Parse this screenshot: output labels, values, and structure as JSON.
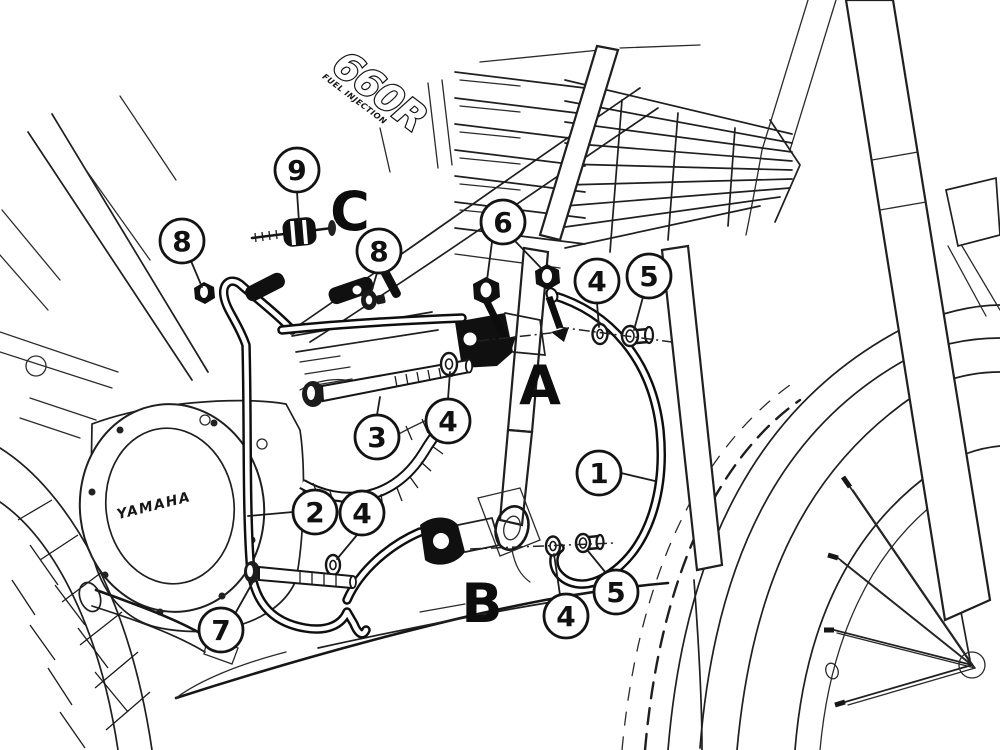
{
  "diagram": {
    "title": "Engine guard installation diagram",
    "vehicle": "Yamaha 660 R",
    "style": "black-and-white technical line art",
    "background_color": "#ffffff",
    "line_color": "#1a1a1a"
  },
  "texts": {
    "model_logo": "660R",
    "model_logo_sub": "FUEL INJECTION",
    "engine_brand": "YAMAHA"
  },
  "callouts": [
    {
      "id": "c9",
      "label": "9"
    },
    {
      "id": "c8-left",
      "label": "8"
    },
    {
      "id": "c8-right",
      "label": "8"
    },
    {
      "id": "c6",
      "label": "6"
    },
    {
      "id": "c4-top",
      "label": "4"
    },
    {
      "id": "c5-top",
      "label": "5"
    },
    {
      "id": "c3",
      "label": "3"
    },
    {
      "id": "c4-mid",
      "label": "4"
    },
    {
      "id": "c2",
      "label": "2"
    },
    {
      "id": "c4-left",
      "label": "4"
    },
    {
      "id": "c1",
      "label": "1"
    },
    {
      "id": "c5-bottom",
      "label": "5"
    },
    {
      "id": "c4-bottom",
      "label": "4"
    },
    {
      "id": "c7",
      "label": "7"
    }
  ],
  "position_markers": [
    {
      "id": "pos-c",
      "label": "C"
    },
    {
      "id": "pos-a",
      "label": "A"
    },
    {
      "id": "pos-b",
      "label": "B"
    }
  ]
}
